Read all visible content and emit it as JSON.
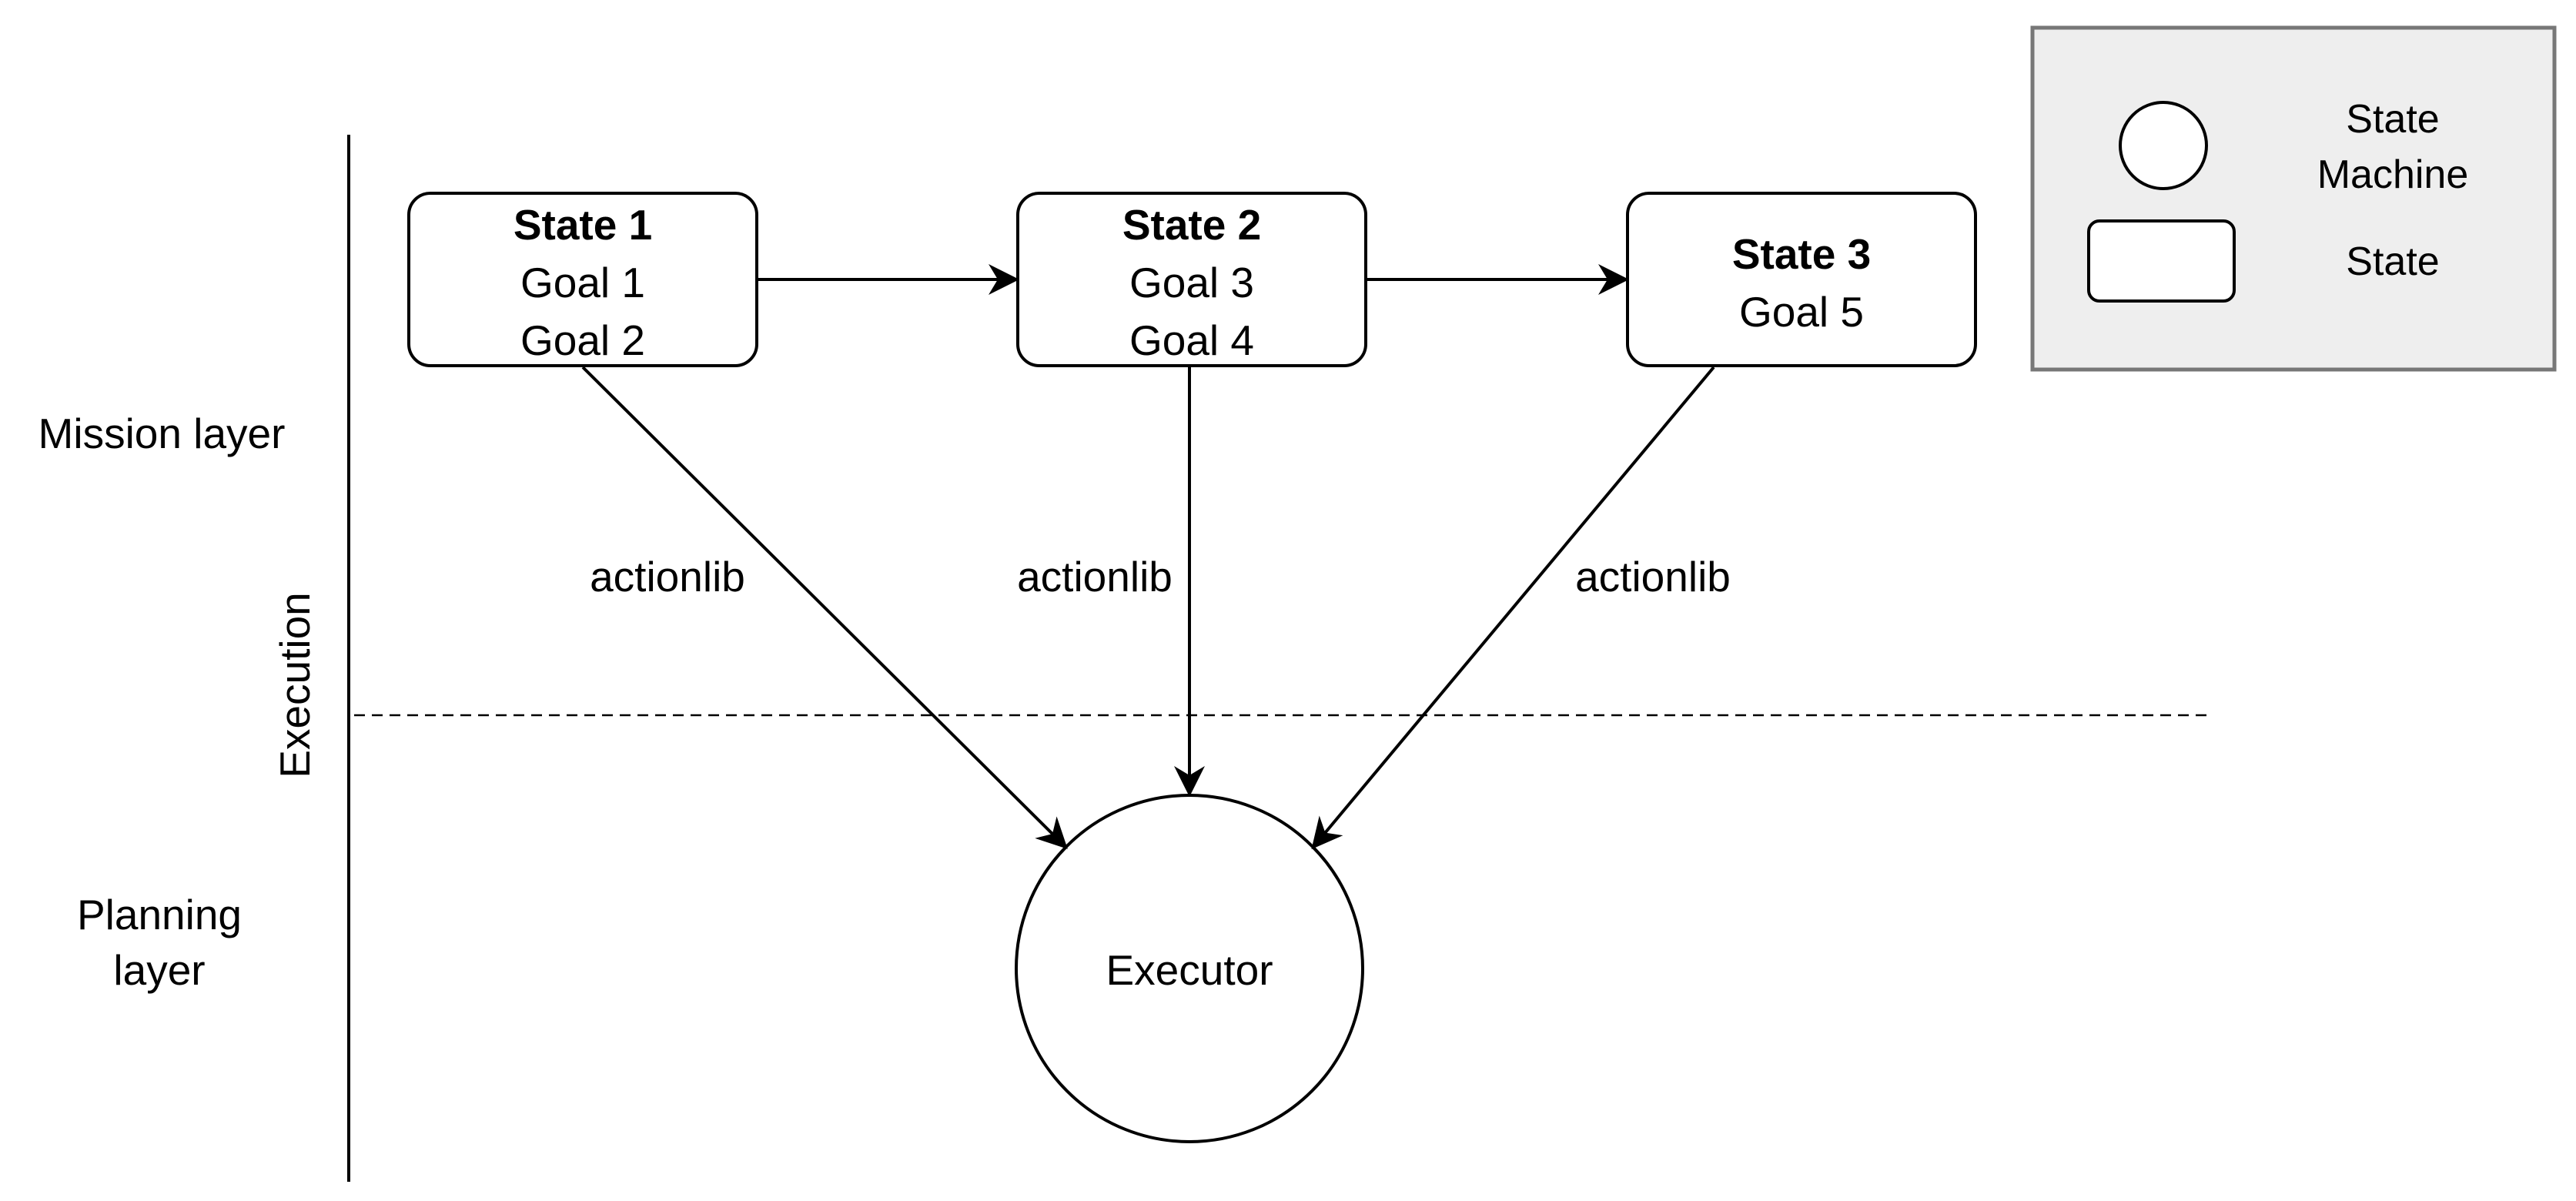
{
  "layers": {
    "mission": "Mission layer",
    "planning_line1": "Planning",
    "planning_line2": "layer",
    "execution": "Execution"
  },
  "states": [
    {
      "title": "State 1",
      "goals": [
        "Goal 1",
        "Goal 2"
      ]
    },
    {
      "title": "State 2",
      "goals": [
        "Goal 3",
        "Goal 4"
      ]
    },
    {
      "title": "State 3",
      "goals": [
        "Goal 5"
      ]
    }
  ],
  "edges": {
    "state1_to_executor": "actionlib",
    "state2_to_executor": "actionlib",
    "state3_to_executor": "actionlib"
  },
  "executor": {
    "label": "Executor"
  },
  "legend": {
    "state_machine_line1": "State",
    "state_machine_line2": "Machine",
    "state": "State",
    "background_color": "#eeeeee",
    "border_color": "#777777"
  }
}
